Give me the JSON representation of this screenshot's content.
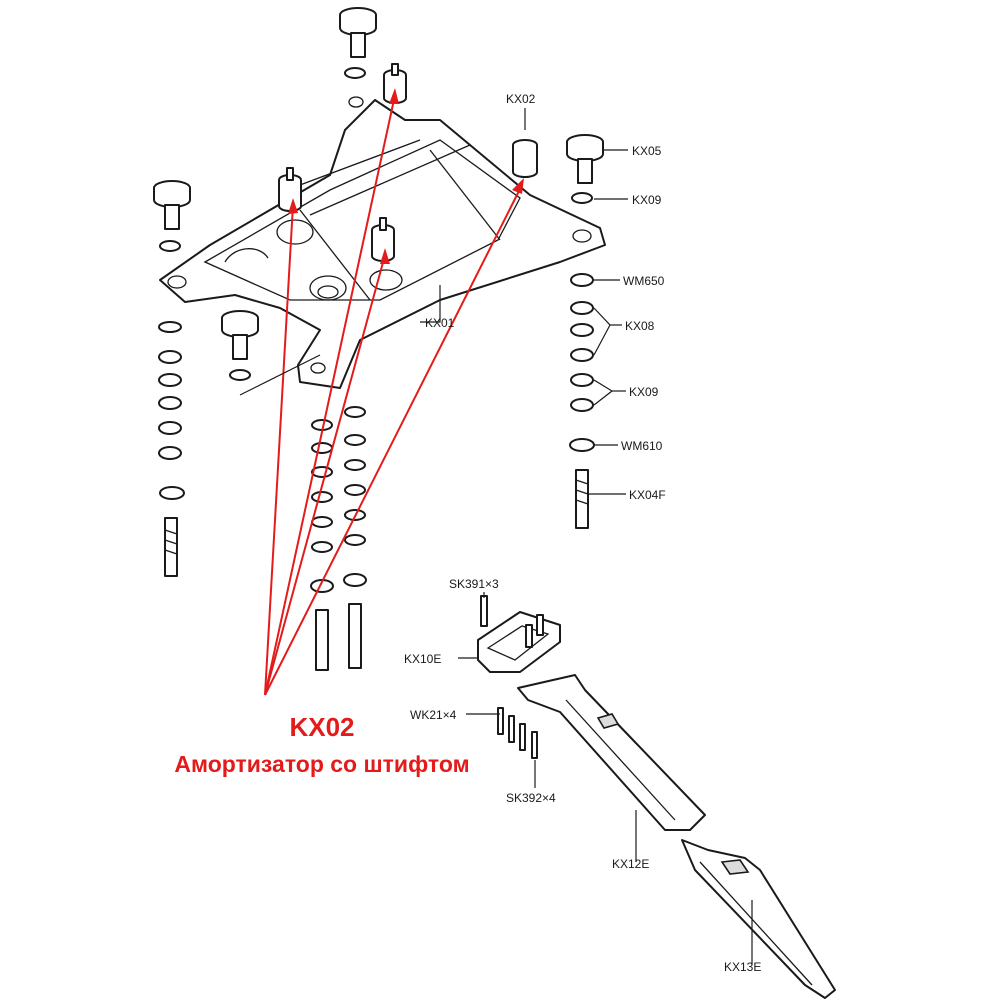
{
  "labels": {
    "kx02": "KX02",
    "kx05": "KX05",
    "kx09_top": "KX09",
    "wm650": "WM650",
    "kx08": "KX08",
    "kx09_mid": "KX09",
    "wm610": "WM610",
    "kx04f": "KX04F",
    "kx01": "KX01",
    "sk391": "SK391×3",
    "kx10e": "KX10E",
    "wk21": "WK21×4",
    "sk392": "SK392×4",
    "kx12e": "KX12E",
    "kx13e": "KX13E"
  },
  "callout": {
    "code": "KX02",
    "description": "Амортизатор со штифтом"
  },
  "colors": {
    "accent": "#e31b1b",
    "ink": "#1a1a1a"
  }
}
